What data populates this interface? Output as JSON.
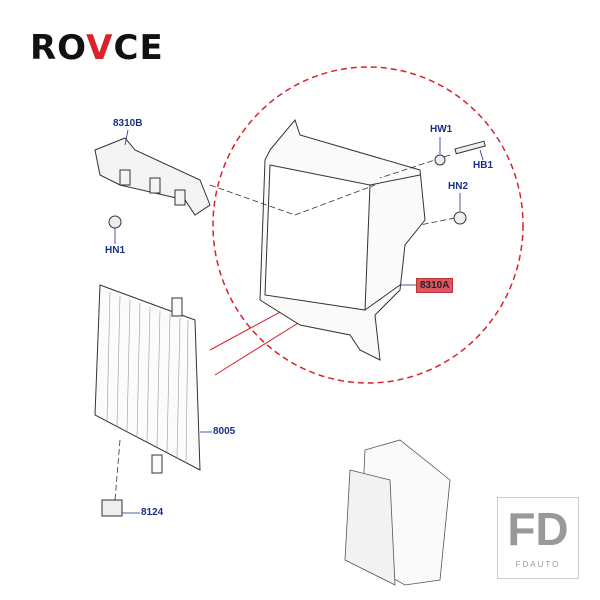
{
  "logo": {
    "text_pre": "RO",
    "text_v": "V",
    "text_post": "CE"
  },
  "watermark": {
    "main": "FD",
    "sub": "FDAUTO"
  },
  "labels": {
    "p8310B": "8310B",
    "hw1": "HW1",
    "hb1": "HB1",
    "hn2": "HN2",
    "hn1": "HN1",
    "p8310A": "8310A",
    "p8005": "8005",
    "p8124": "8124"
  },
  "colors": {
    "label": "#1a2f8a",
    "highlight": "#e05563",
    "circle": "#d8232a"
  }
}
